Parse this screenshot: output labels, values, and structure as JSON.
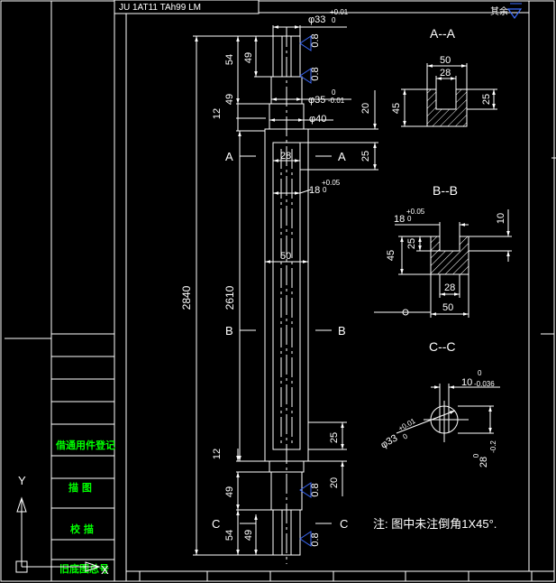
{
  "title_bar": {
    "text": "JU 1AT11 TAh99 LM"
  },
  "top_right": {
    "label": "其余"
  },
  "dims": {
    "d33": "φ33",
    "d33_tol": "+0.01",
    "d33_tol0": "0",
    "d35": "φ35",
    "d35_tol_up": "0",
    "d35_tol_lo": "-0.01",
    "d40": "φ40",
    "h54a": "54",
    "h49a": "49",
    "h49b": "49",
    "h12a": "12",
    "h20a": "20",
    "h25a": "25",
    "w28": "28",
    "k18": "18",
    "k18_tol_up": "+0.05",
    "k18_tol_lo": "0",
    "w50": "50",
    "total": "2840",
    "inner": "2610",
    "h12b": "12",
    "h49c": "49",
    "h54b": "54",
    "h49d": "49",
    "h25b": "25",
    "h20b": "20",
    "r08": "0.8"
  },
  "section_marks": {
    "A": "A",
    "B": "B",
    "C": "C"
  },
  "section_aa": {
    "title": "A--A",
    "w50": "50",
    "w28": "28",
    "h45": "45",
    "h25": "25"
  },
  "section_bb": {
    "title": "B--B",
    "k18": "18",
    "k18_tol_up": "+0.05",
    "k18_tol_lo": "0",
    "h10": "10",
    "h25": "25",
    "h45": "45",
    "w28": "28",
    "w50": "50"
  },
  "section_cc": {
    "title": "C--C",
    "w10": "10",
    "w10_tol_up": "0",
    "w10_tol_lo": "-0.036",
    "d33": "φ33",
    "d33_tol": "+0.01",
    "d33_tol0": "0",
    "h28": "28",
    "h28_tol_up": "0",
    "h28_tol_lo": "-0.2"
  },
  "note": {
    "text": "注: 图中未注倒角1X45°."
  },
  "left_panel": {
    "row1": "借通用件登记",
    "row2": "描 图",
    "row3": "校 描",
    "row4": "旧底图总号"
  },
  "ucs": {
    "y_label": "Y",
    "x_label": "X"
  }
}
